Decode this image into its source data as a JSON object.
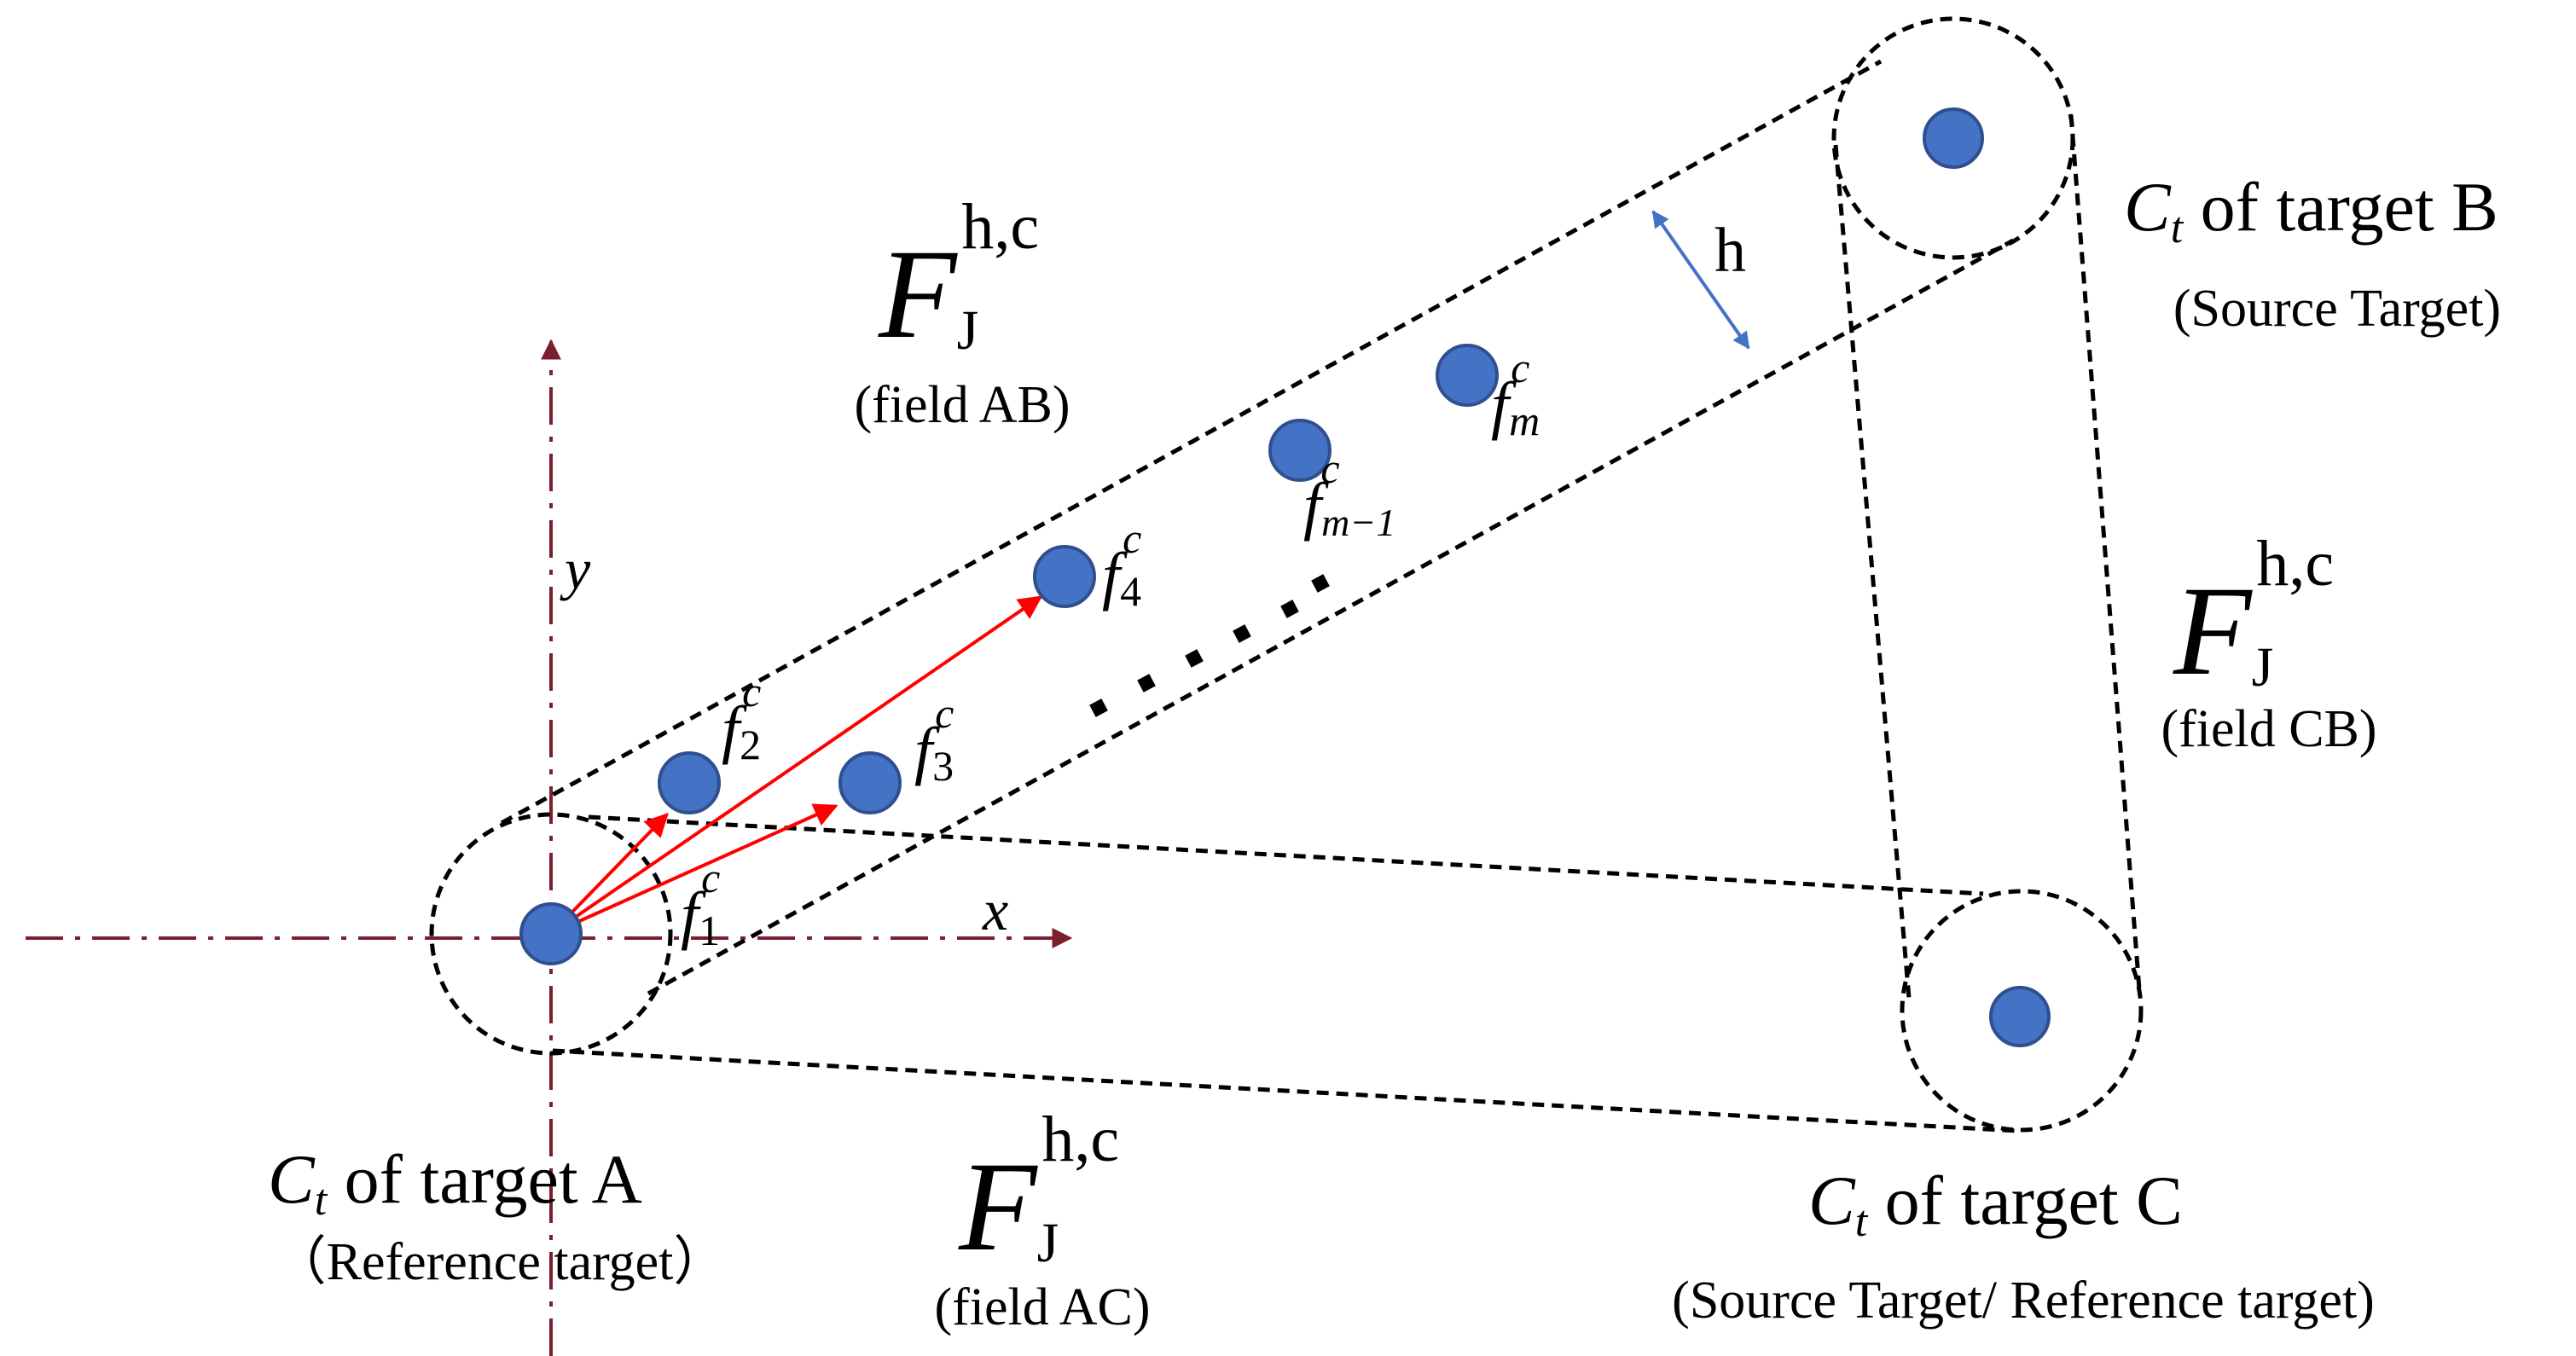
{
  "colors": {
    "node_fill": "#4472C4",
    "node_stroke": "#2F4F8F",
    "axis": "#7B1F2E",
    "vector": "#FF0000",
    "h_arrow": "#4472C4",
    "dashed": "#000000"
  },
  "axes": {
    "x_label": "x",
    "y_label": "y"
  },
  "fields": {
    "ab": {
      "symbol": "F",
      "sub": "J",
      "sup": "h,c",
      "caption": "(field AB)"
    },
    "cb": {
      "symbol": "F",
      "sub": "J",
      "sup": "h,c",
      "caption": "(field CB)"
    },
    "ac": {
      "symbol": "F",
      "sub": "J",
      "sup": "h,c",
      "caption": "(field AC)"
    }
  },
  "targets": {
    "a": {
      "symbol": "C",
      "sub": "t",
      "title": " of target A",
      "role": "（Reference target）"
    },
    "b": {
      "symbol": "C",
      "sub": "t",
      "title": " of target B",
      "role": "(Source Target)"
    },
    "c": {
      "symbol": "C",
      "sub": "t",
      "title": " of target C",
      "role": "(Source Target/ Reference target)"
    }
  },
  "features": [
    {
      "symbol": "f",
      "sub": "1",
      "sup": "c"
    },
    {
      "symbol": "f",
      "sub": "2",
      "sup": "c"
    },
    {
      "symbol": "f",
      "sub": "3",
      "sup": "c"
    },
    {
      "symbol": "f",
      "sub": "4",
      "sup": "c"
    },
    {
      "symbol": "f",
      "sub": "m−1",
      "sup": "c"
    },
    {
      "symbol": "f",
      "sub": "m",
      "sup": "c"
    }
  ],
  "h_label": "h"
}
